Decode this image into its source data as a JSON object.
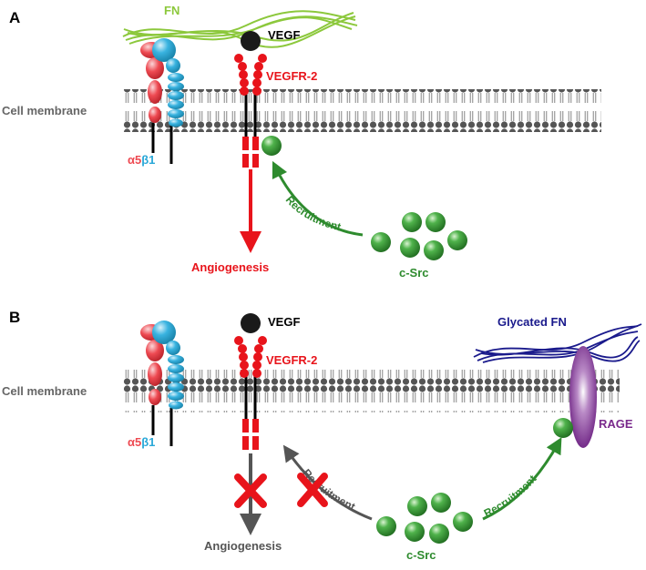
{
  "panel_a": {
    "letter": "A",
    "membrane_label": "Cell membrane",
    "fn_label": "FN",
    "vegf_label": "VEGF",
    "vegfr2_label": "VEGFR-2",
    "integrin_alpha": "α5",
    "integrin_beta": "β1",
    "recruitment_label": "Recruitment",
    "csrc_label": "c-Src",
    "outcome_label": "Angiogenesis"
  },
  "panel_b": {
    "letter": "B",
    "membrane_label": "Cell membrane",
    "glycated_fn_label": "Glycated FN",
    "vegf_label": "VEGF",
    "vegfr2_label": "VEGFR-2",
    "integrin_alpha": "α5",
    "integrin_beta": "β1",
    "rage_label": "RAGE",
    "blocked_recruitment_label": "Recruitment",
    "recruitment_label": "Recruitment",
    "csrc_label": "c-Src",
    "outcome_label": "Angiogenesis"
  },
  "colors": {
    "receptor_red": "#e8141b",
    "alpha5_pink": "#ee4a52",
    "beta1_cyan": "#2aa8d8",
    "fn_green": "#8cc83c",
    "csrc_green": "#2e8b2e",
    "glycated_blue": "#1a1a8c",
    "rage_purple": "#7a2a8c",
    "blocked_gray": "#555555",
    "membrane_gray": "#666666"
  }
}
